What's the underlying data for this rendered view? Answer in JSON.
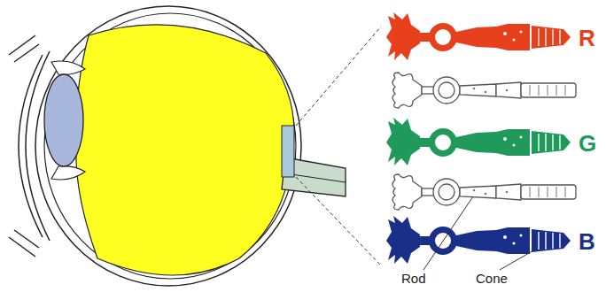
{
  "diagram": {
    "labels": [
      "R",
      "G",
      "B",
      "Rod",
      "Cone"
    ]
  }
}
